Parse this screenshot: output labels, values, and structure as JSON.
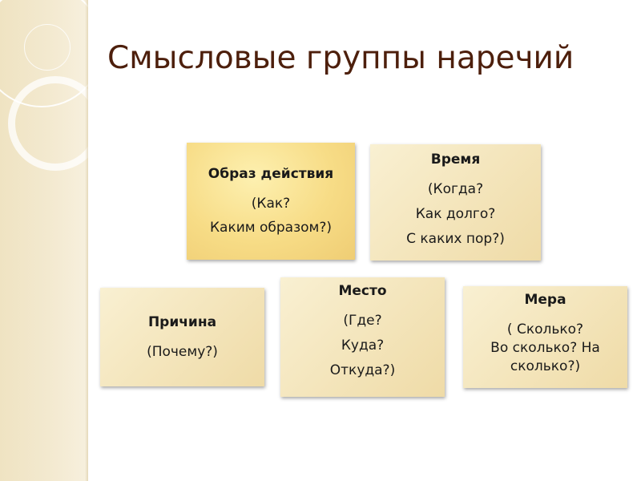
{
  "title": "Смысловые группы наречий",
  "cards": [
    {
      "head": "Образ действия",
      "lines": [
        "(Как?",
        "Каким образом?)"
      ]
    },
    {
      "head": "Время",
      "lines": [
        "(Когда?",
        "Как долго?",
        "С каких пор?)"
      ]
    },
    {
      "head": "Причина",
      "lines": [
        "(Почему?)"
      ]
    },
    {
      "head": "Место",
      "lines": [
        "(Где?",
        "Куда?",
        "Откуда?)"
      ]
    },
    {
      "head": "Мера",
      "lines": [
        "( Сколько?",
        "Во сколько? На сколько?)"
      ]
    }
  ]
}
